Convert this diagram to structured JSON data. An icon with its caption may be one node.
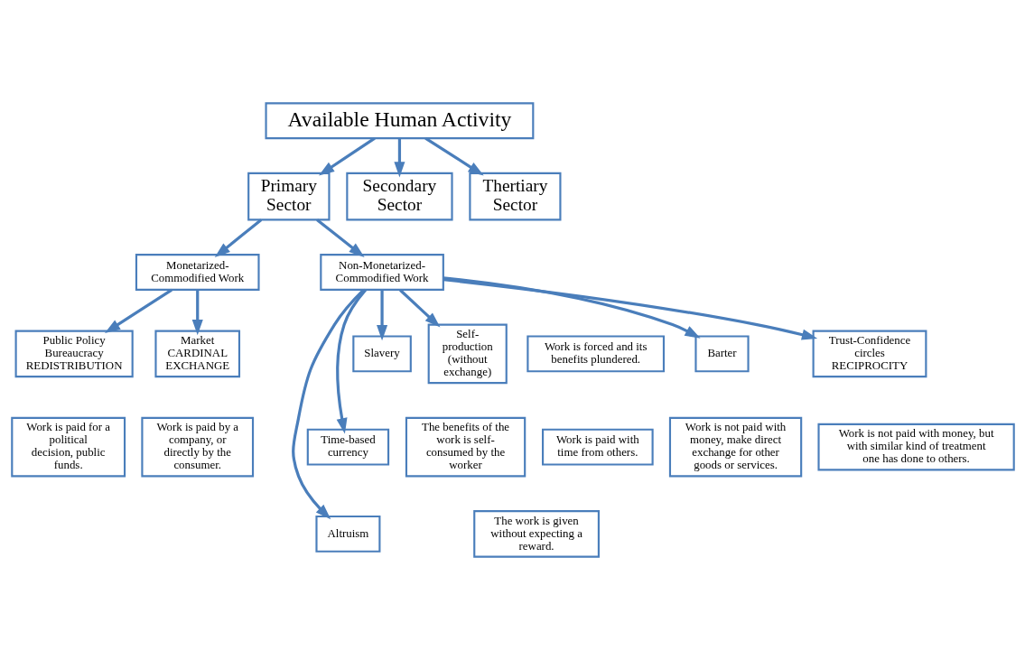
{
  "diagram": {
    "nodes": [
      {
        "text": [
          "Available Human Activity"
        ]
      },
      {
        "text": [
          "Primary Sector"
        ]
      },
      {
        "text": [
          "Secondary Sector"
        ]
      },
      {
        "text": [
          "Thertiary Sector"
        ]
      },
      {
        "text": [
          "Monetarized-Commodified Work"
        ]
      },
      {
        "text": [
          "Non-Monetarized-Commodified Work"
        ]
      },
      {
        "text": [
          "Slavery"
        ]
      },
      {
        "text": [
          "Time-based currency"
        ]
      },
      {
        "text": [
          "Altruism"
        ]
      },
      {
        "text": [
          "Work is forced and its benefits plundered."
        ]
      },
      {
        "text": [
          "Work is paid with time from others."
        ]
      },
      {
        "text": [
          "The work is given without expecting a reward."
        ]
      },
      {
        "text": [
          "Market CARDINAL EXCHANGE"
        ]
      },
      {
        "text": [
          "Public Policy Bureaucracy REDISTRIBUTION"
        ]
      },
      {
        "text": [
          "Barter"
        ]
      },
      {
        "text": [
          "Trust-Confidence circles RECIPROCITY"
        ]
      },
      {
        "text": [
          "Self-production (without exchange)"
        ]
      },
      {
        "text": [
          "Work is paid by a company, or directly by the consumer."
        ]
      },
      {
        "text": [
          "Work is paid for a political decision, public funds."
        ]
      },
      {
        "text": [
          "Work is not paid with money, make direct exchange for other goods or services."
        ]
      },
      {
        "text": [
          "Work is not paid with money, but with similar kind of treatment one has done to others."
        ]
      },
      {
        "text": [
          "The benefits of the work is self-consumed by the worker"
        ]
      }
    ],
    "edges": [
      {
        "from": 0,
        "to": 1,
        "arrow": "to"
      },
      {
        "from": 0,
        "to": 2,
        "arrow": "to"
      },
      {
        "from": 0,
        "to": 3,
        "arrow": "to"
      },
      {
        "from": 1,
        "to": 4,
        "arrow": "to"
      },
      {
        "from": 1,
        "to": 5,
        "arrow": "to"
      },
      {
        "from": 5,
        "to": 6,
        "arrow": "to"
      },
      {
        "from": 5,
        "to": 7,
        "arrow": "to"
      },
      {
        "from": 5,
        "to": 8,
        "arrow": "to"
      },
      {
        "from": 4,
        "to": 12,
        "arrow": "to"
      },
      {
        "from": 4,
        "to": 13,
        "arrow": "to"
      },
      {
        "from": 5,
        "to": 14,
        "arrow": "to"
      },
      {
        "from": 5,
        "to": 15,
        "arrow": "to"
      },
      {
        "from": 5,
        "to": 16,
        "arrow": "to"
      }
    ]
  }
}
